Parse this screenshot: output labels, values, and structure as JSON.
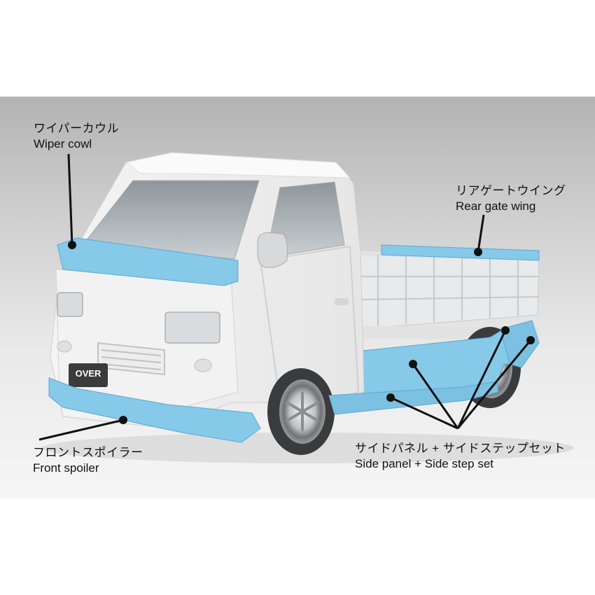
{
  "image": {
    "description_free": true,
    "colors": {
      "page_background": "#ffffff",
      "band_top": "#b3b3b3",
      "band_bottom": "#f6f6f6",
      "body_white": "#f7f7f7",
      "aero_blue": "#86c9e8",
      "aero_blue_dark": "#5aa9cf",
      "label_text": "#111111",
      "leader_line": "#111111"
    },
    "icons": [
      "truck-illustration",
      "callout-dot"
    ]
  },
  "callouts": {
    "wiper_cowl": {
      "ja": "ワイパーカウル",
      "en": "Wiper cowl"
    },
    "rear_gate_wing": {
      "ja": "リアゲートウイング",
      "en": "Rear gate wing"
    },
    "front_spoiler": {
      "ja": "フロントスポイラー",
      "en": "Front spoiler"
    },
    "side_set": {
      "ja": "サイドパネル + サイドステップセット",
      "en": "Side panel + Side step set"
    }
  },
  "plate": {
    "text": "OVER"
  }
}
